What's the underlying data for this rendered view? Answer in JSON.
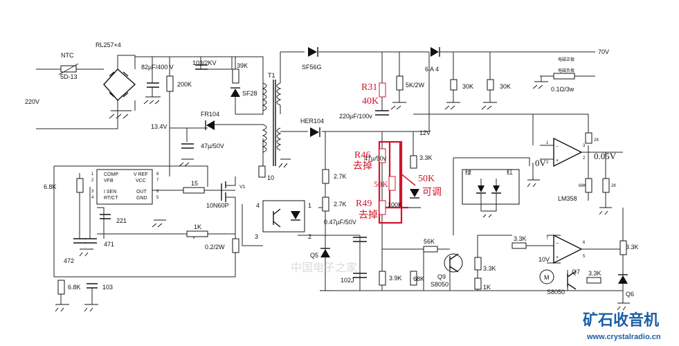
{
  "labels": {
    "ntc": "NTC",
    "ntc_part": "5D-13",
    "bridge": "RL257×4",
    "ac_in": "220V",
    "c_bulk": "82µF/400 V",
    "r_200k": "200K",
    "c_103_2kv": "103/2KV",
    "r_39k": "39K",
    "d_sf28": "SF28",
    "t1": "T1",
    "d_sf56g": "SF56G",
    "r31": "R31",
    "r31_val": "40K",
    "r_5k2w": "5K/2W",
    "d_6a4": "6 A 4",
    "r_30k_a": "30K",
    "r_30k_b": "30K",
    "out_70v": "70V",
    "out_pos": "电磁正极",
    "out_neg": "电磁负极",
    "r_shunt": "0.1Ω/3w",
    "d_fr104": "FR104",
    "v_13_4": "13.4V",
    "c_47u_a": "47µ/50V",
    "d_her104": "HER104",
    "c_220u": "220µF/100v",
    "v_12": "12V",
    "r46": "R46",
    "r46_note": "去掉",
    "c_47u_b": "47µ/50v",
    "pot_50k": "50K",
    "pot_50k_big": "50K",
    "pot_note": "可调",
    "r49": "R49",
    "r49_note": "去掉",
    "r_100k": "100K",
    "r_3_3k_a": "3.3K",
    "led_green": "绿",
    "led_red": "红",
    "r_2k_a": "2K",
    "r_2k_b": "2K",
    "r_68k_b": "68K",
    "v_0v": "0V",
    "v_005": "0.05V",
    "lm358": "LM358",
    "r_6_8k_a": "6.8K",
    "ic_comp": "COMP",
    "ic_vref": "V REF",
    "ic_vfb": "VFB",
    "ic_vcc": "VCC",
    "ic_isen": "I SEN",
    "ic_out": "OUT",
    "ic_rtct": "RT/CT",
    "ic_gnd": "GND",
    "pin_1": "1",
    "pin_2": "2",
    "pin_3": "3",
    "pin_4": "4",
    "pin_5": "5",
    "pin_6": "6",
    "pin_7": "7",
    "pin_8": "8",
    "r_15": "15",
    "q_v1": "V1",
    "q_10n60p": "10N60P",
    "r_10": "10",
    "r_2_7k_a": "2.7K",
    "r_2_7k_b": "2.7K",
    "c_221": "221",
    "c_471": "471",
    "c_472": "472",
    "r_1k_a": "1K",
    "r_0_2": "0.2/2W",
    "opto_4": "4",
    "opto_1": "1",
    "opto_3": "3",
    "opto_2": "2",
    "c_047": "0.47µF/50V",
    "q5": "Q5",
    "c_102": "102J",
    "r_3_9k": "3.9K",
    "r_68k_a": "68K",
    "r_56k": "56K",
    "q9": "Q9",
    "q9_part": "S8050",
    "r_3_3k_b": "3.3K",
    "r_1k_b": "1K",
    "r_3_3k_c": "3.3K",
    "v_10": "10V",
    "motor": "M",
    "q7": "Q7",
    "q7_part": "S8050",
    "r_3_3k_d": "3.3K",
    "r_3_3k_e": "3.3K",
    "q6": "Q6",
    "r_6_8k_b": "6.8K",
    "c_103": "103"
  },
  "watermark": {
    "brand": "矿石收音机",
    "url": "www.crystalradio.cn",
    "faint": "中国电子之家"
  },
  "colors": {
    "annotation": "#d0142a",
    "brand": "#1b5fa6"
  }
}
